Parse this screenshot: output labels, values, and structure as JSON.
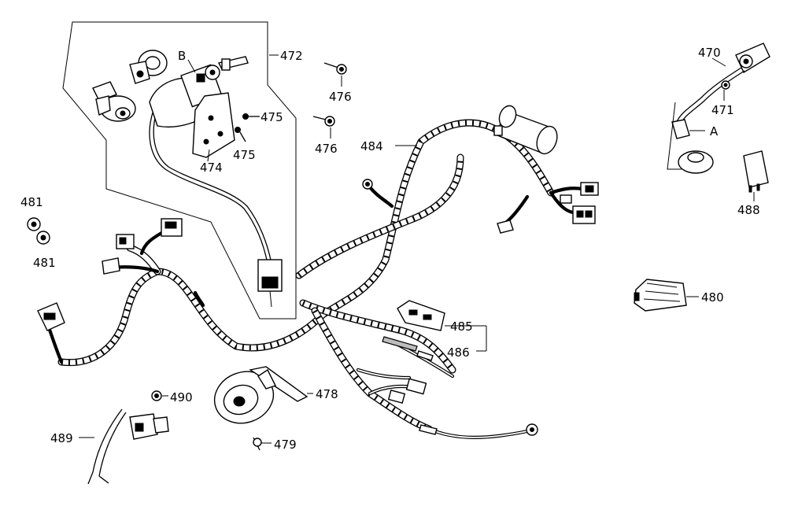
{
  "callouts": {
    "c472": "472",
    "cB": "B",
    "c475a": "475",
    "c475b": "475",
    "c474": "474",
    "c476a": "476",
    "c476b": "476",
    "c484": "484",
    "c470": "470",
    "c471": "471",
    "cA": "A",
    "c488": "488",
    "c481a": "481",
    "c481b": "481",
    "c480": "480",
    "c485": "485",
    "c486": "486",
    "c478": "478",
    "c490": "490",
    "c489": "489",
    "c479": "479"
  }
}
